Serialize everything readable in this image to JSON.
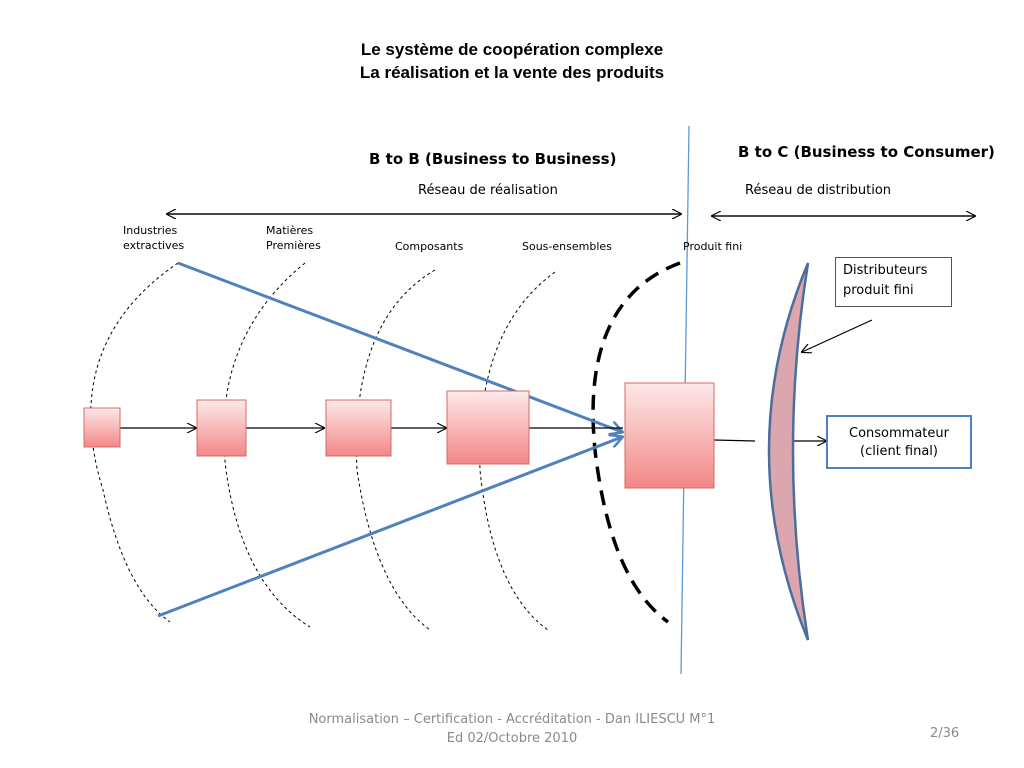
{
  "title": {
    "line1": "Le système de coopération complexe",
    "line2": "La réalisation et  la vente des produits"
  },
  "sections": {
    "b2b": {
      "title": "B to B  (Business to Business)",
      "network": "Réseau de réalisation"
    },
    "b2c": {
      "title": "B to C (Business to Consumer)",
      "network": "Réseau de distribution"
    }
  },
  "stages": [
    {
      "line1": "Industries",
      "line2": "extractives"
    },
    {
      "line1": "Matières",
      "line2": "Premières"
    },
    {
      "line1": "Composants",
      "line2": ""
    },
    {
      "line1": "Sous-ensembles",
      "line2": ""
    },
    {
      "line1": "Produit fini",
      "line2": ""
    }
  ],
  "distributors": {
    "line1": "Distributeurs",
    "line2": "produit fini"
  },
  "consumer": {
    "line1": "Consommateur",
    "line2": "(client final)"
  },
  "footer": {
    "line1": "Normalisation – Certification - Accréditation - Dan ILIESCU  M°1",
    "line2": "Ed 02/Octobre 2010"
  },
  "page": "2/36",
  "colors": {
    "box_fill_top": "#fde6e6",
    "box_fill_bottom": "#f48a8a",
    "box_border": "#d96b6b",
    "blue_arrow": "#4f81bd",
    "lens_fill": "#d9a3aa",
    "lens_border": "#4a6ea0",
    "divider": "#5b9bd5"
  }
}
